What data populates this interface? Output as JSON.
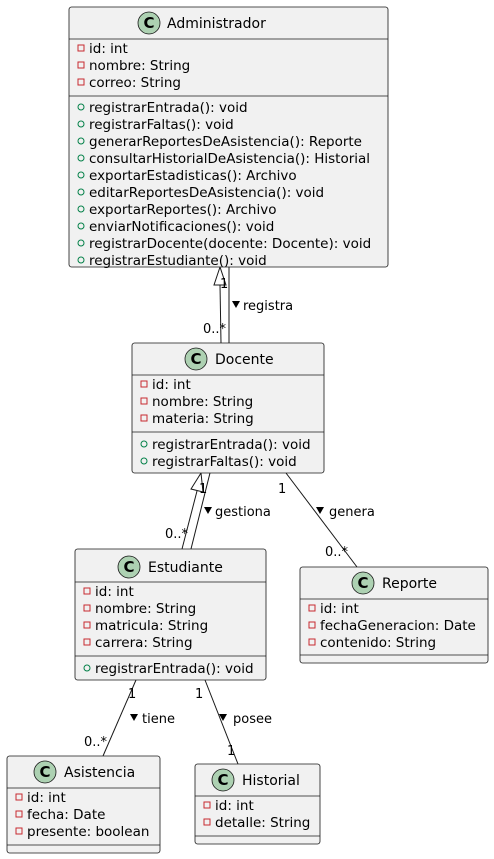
{
  "classes": {
    "administrador": {
      "name": "Administrador",
      "attributes": [
        "id: int",
        "nombre: String",
        "correo: String"
      ],
      "operations": [
        "registrarEntrada(): void",
        "registrarFaltas(): void",
        "generarReportesDeAsistencia(): Reporte",
        "consultarHistorialDeAsistencia(): Historial",
        "exportarEstadisticas(): Archivo",
        "editarReportesDeAsistencia(): void",
        "exportarReportes(): Archivo",
        "enviarNotificaciones(): void",
        "registrarDocente(docente: Docente): void",
        "registrarEstudiante():  void"
      ]
    },
    "docente": {
      "name": "Docente",
      "attributes": [
        "id: int",
        "nombre: String",
        "materia: String"
      ],
      "operations": [
        "registrarEntrada(): void",
        "registrarFaltas(): void"
      ]
    },
    "estudiante": {
      "name": "Estudiante",
      "attributes": [
        "id: int",
        "nombre: String",
        "matricula: String",
        "carrera: String"
      ],
      "operations": [
        "registrarEntrada(): void"
      ]
    },
    "reporte": {
      "name": "Reporte",
      "attributes": [
        "id: int",
        "fechaGeneracion: Date",
        "contenido: String"
      ],
      "operations": []
    },
    "asistencia": {
      "name": "Asistencia",
      "attributes": [
        "id: int",
        "fecha: Date",
        "presente: boolean"
      ],
      "operations": []
    },
    "historial": {
      "name": "Historial",
      "attributes": [
        "id: int",
        "detalle: String"
      ],
      "operations": []
    }
  },
  "class_icon_letter": "C",
  "relations": {
    "registra": {
      "label": "registra",
      "source_mult": "1",
      "target_mult": "0..*"
    },
    "gestiona": {
      "label": "gestiona",
      "source_mult": "1",
      "target_mult": "0..*"
    },
    "genera": {
      "label": "genera",
      "source_mult": "1",
      "target_mult": "0..*"
    },
    "tiene": {
      "label": "tiene",
      "source_mult": "1",
      "target_mult": "0..*"
    },
    "posee": {
      "label": "posee",
      "source_mult": "1",
      "target_mult": "1"
    }
  },
  "colors": {
    "class_fill": "#f1f1f1",
    "class_icon": "#add1b2",
    "private_marker": "#C82930",
    "public_marker": "#038048"
  }
}
